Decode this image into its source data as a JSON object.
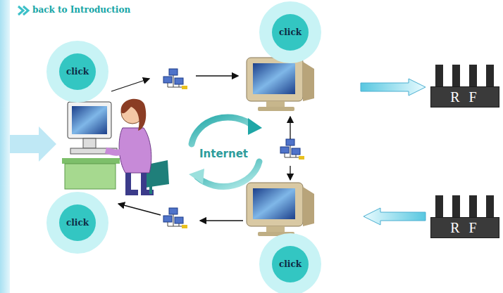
{
  "diagram": {
    "nodes": [
      {
        "text": [
          "click"
        ]
      },
      {
        "text": [
          "click"
        ]
      },
      {
        "text": [
          "R F"
        ]
      },
      {
        "text": [
          "click"
        ]
      },
      {
        "text": [
          "R F"
        ]
      },
      {
        "text": [
          "click"
        ]
      }
    ],
    "labels": [
      "back to Introduction",
      "Internet"
    ]
  }
}
